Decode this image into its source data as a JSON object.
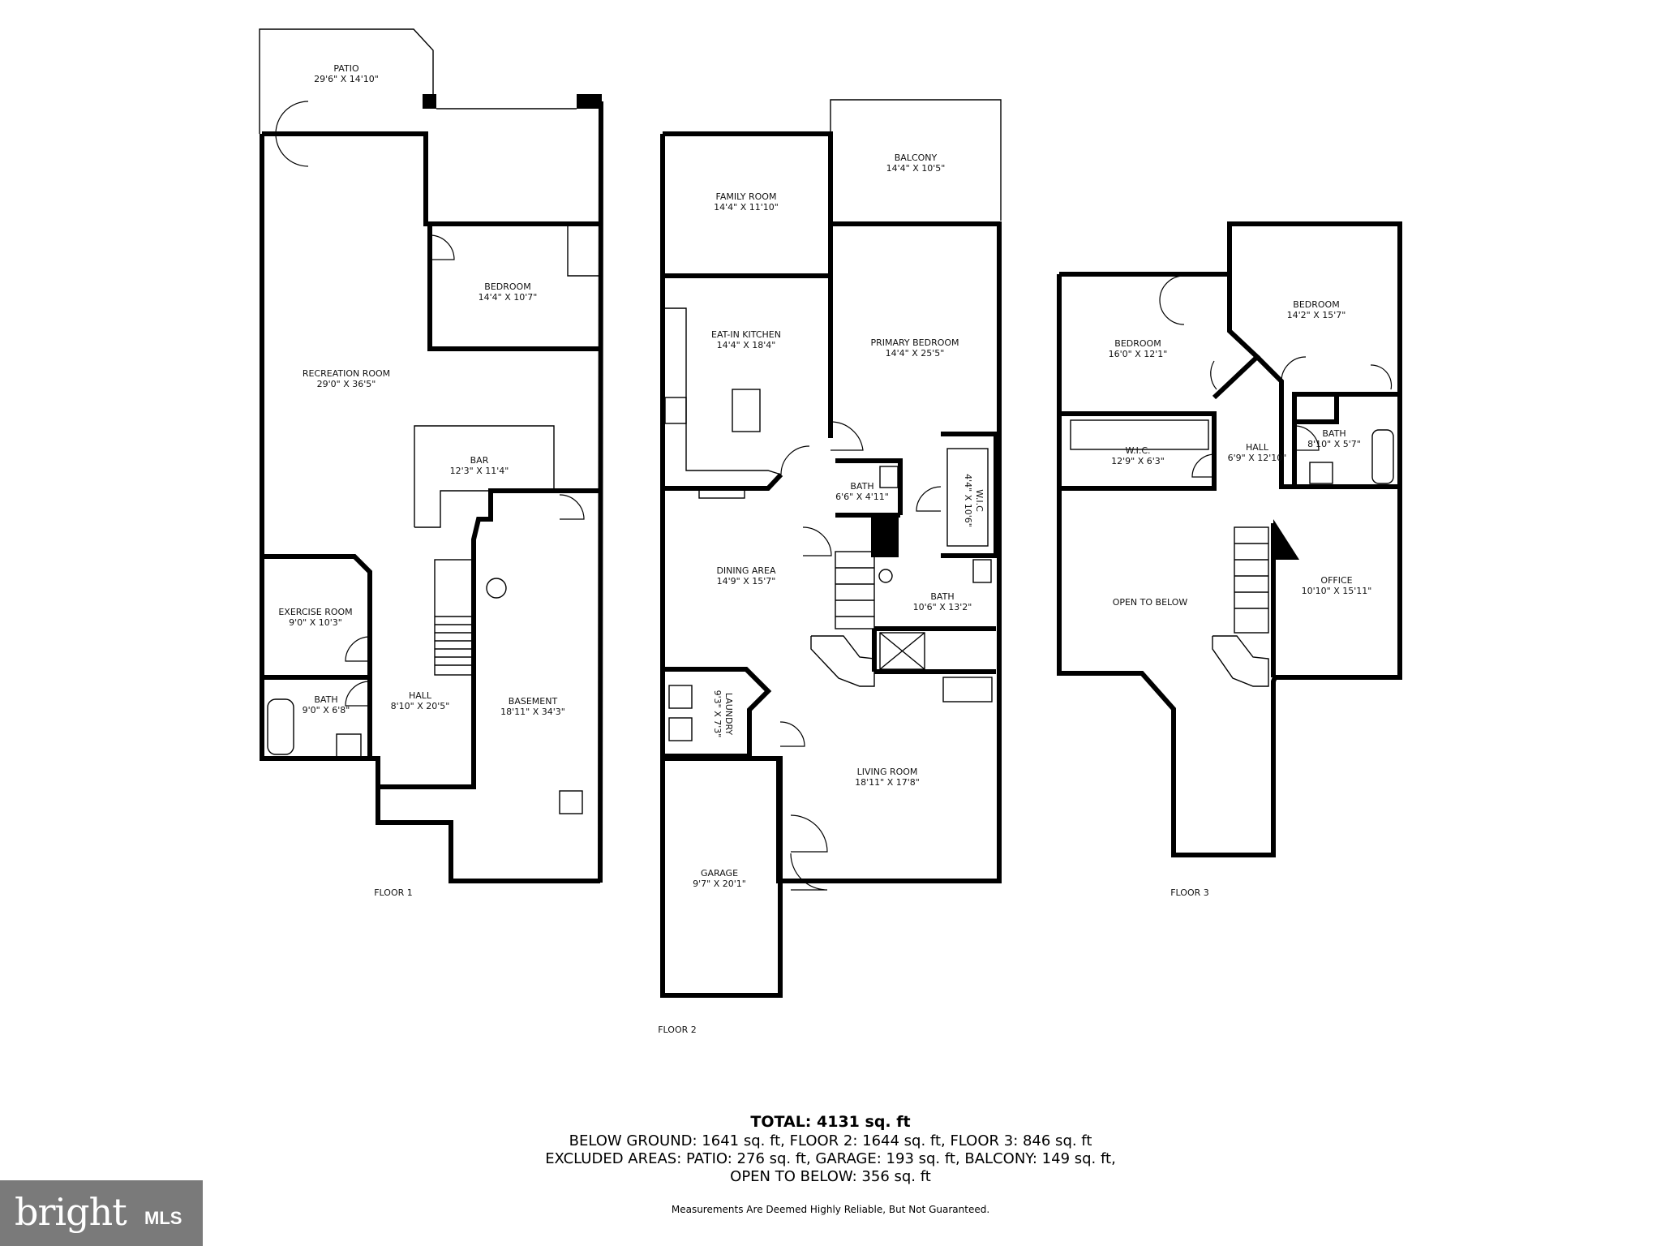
{
  "floors": [
    {
      "label": "FLOOR 1"
    },
    {
      "label": "FLOOR 2"
    },
    {
      "label": "FLOOR 3"
    }
  ],
  "rooms": {
    "patio": {
      "name": "PATIO",
      "dim": "29'6\" X 14'10\""
    },
    "bedroom_f1": {
      "name": "BEDROOM",
      "dim": "14'4\" X 10'7\""
    },
    "recreation": {
      "name": "RECREATION ROOM",
      "dim": "29'0\" X 36'5\""
    },
    "bar": {
      "name": "BAR",
      "dim": "12'3\" X 11'4\""
    },
    "exercise": {
      "name": "EXERCISE ROOM",
      "dim": "9'0\" X 10'3\""
    },
    "bath_f1": {
      "name": "BATH",
      "dim": "9'0\" X 6'8\""
    },
    "hall_f1": {
      "name": "HALL",
      "dim": "8'10\" X 20'5\""
    },
    "basement": {
      "name": "BASEMENT",
      "dim": "18'11\" X 34'3\""
    },
    "family": {
      "name": "FAMILY ROOM",
      "dim": "14'4\" X 11'10\""
    },
    "balcony": {
      "name": "BALCONY",
      "dim": "14'4\" X 10'5\""
    },
    "kitchen": {
      "name": "EAT-IN KITCHEN",
      "dim": "14'4\" X 18'4\""
    },
    "primary": {
      "name": "PRIMARY BEDROOM",
      "dim": "14'4\" X 25'5\""
    },
    "bath_f2a": {
      "name": "BATH",
      "dim": "6'6\" X 4'11\""
    },
    "wic_f2": {
      "name": "W.I.C",
      "dim": "4'4\" X 10'6\""
    },
    "dining": {
      "name": "DINING AREA",
      "dim": "14'9\" X 15'7\""
    },
    "bath_f2b": {
      "name": "BATH",
      "dim": "10'6\" X 13'2\""
    },
    "laundry": {
      "name": "LAUNDRY",
      "dim": "9'3\" X 7'3\""
    },
    "living": {
      "name": "LIVING ROOM",
      "dim": "18'11\" X 17'8\""
    },
    "garage": {
      "name": "GARAGE",
      "dim": "9'7\" X 20'1\""
    },
    "bedroom_f3a": {
      "name": "BEDROOM",
      "dim": "16'0\" X 12'1\""
    },
    "bedroom_f3b": {
      "name": "BEDROOM",
      "dim": "14'2\" X 15'7\""
    },
    "wic_f3": {
      "name": "W.I.C.",
      "dim": "12'9\" X 6'3\""
    },
    "hall_f3": {
      "name": "HALL",
      "dim": "6'9\" X 12'10\""
    },
    "bath_f3": {
      "name": "BATH",
      "dim": "8'10\" X 5'7\""
    },
    "open_below": {
      "name": "OPEN TO BELOW",
      "dim": ""
    },
    "office": {
      "name": "OFFICE",
      "dim": "10'10\" X 15'11\""
    }
  },
  "summary": {
    "total": "TOTAL: 4131 sq. ft",
    "line1": "BELOW GROUND: 1641 sq. ft, FLOOR 2: 1644 sq. ft, FLOOR 3: 846 sq. ft",
    "line2": "EXCLUDED AREAS: PATIO: 276 sq. ft, GARAGE: 193 sq. ft, BALCONY: 149 sq. ft,",
    "line3": "OPEN TO BELOW: 356 sq. ft",
    "disclaimer": "Measurements Are Deemed Highly Reliable, But Not Guaranteed."
  },
  "logo": {
    "brand": "bright",
    "suffix": "MLS"
  },
  "colors": {
    "walls": "#000000",
    "background": "#ffffff",
    "logo_bg": "#7a7a7a"
  }
}
